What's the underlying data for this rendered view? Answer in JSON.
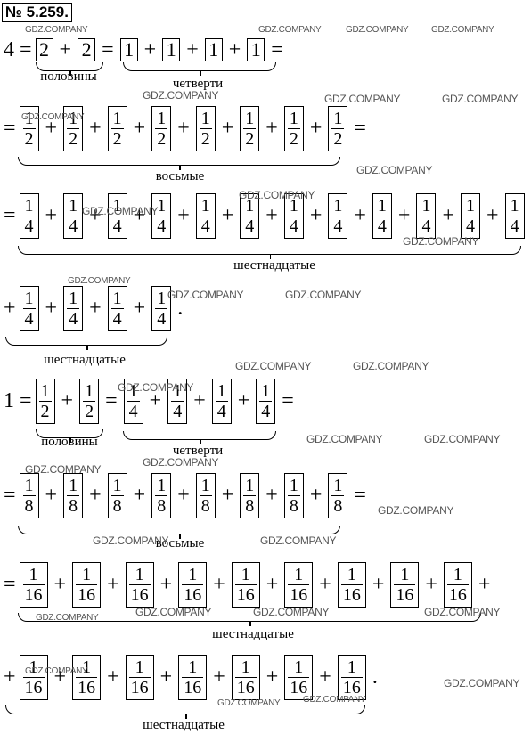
{
  "problem_number": "№ 5.259.",
  "lines": [
    {
      "lead": "4 =",
      "terms": [
        {
          "n": "2"
        },
        {
          "n": "2"
        }
      ],
      "end": "="
    },
    {
      "lead": "",
      "terms": [
        {
          "n": "1"
        },
        {
          "n": "1"
        },
        {
          "n": "1"
        },
        {
          "n": "1"
        }
      ],
      "end": "="
    },
    {
      "lead": "=",
      "terms": [
        {
          "n": "1",
          "d": "2"
        },
        {
          "n": "1",
          "d": "2"
        },
        {
          "n": "1",
          "d": "2"
        },
        {
          "n": "1",
          "d": "2"
        },
        {
          "n": "1",
          "d": "2"
        },
        {
          "n": "1",
          "d": "2"
        },
        {
          "n": "1",
          "d": "2"
        },
        {
          "n": "1",
          "d": "2"
        }
      ],
      "end": "="
    },
    {
      "lead": "=",
      "terms": [
        {
          "n": "1",
          "d": "4"
        },
        {
          "n": "1",
          "d": "4"
        },
        {
          "n": "1",
          "d": "4"
        },
        {
          "n": "1",
          "d": "4"
        },
        {
          "n": "1",
          "d": "4"
        },
        {
          "n": "1",
          "d": "4"
        },
        {
          "n": "1",
          "d": "4"
        },
        {
          "n": "1",
          "d": "4"
        },
        {
          "n": "1",
          "d": "4"
        },
        {
          "n": "1",
          "d": "4"
        },
        {
          "n": "1",
          "d": "4"
        },
        {
          "n": "1",
          "d": "4"
        }
      ],
      "end": "+"
    },
    {
      "lead": "+",
      "terms": [
        {
          "n": "1",
          "d": "4"
        },
        {
          "n": "1",
          "d": "4"
        },
        {
          "n": "1",
          "d": "4"
        },
        {
          "n": "1",
          "d": "4"
        }
      ],
      "end": "."
    },
    {
      "lead": "1 =",
      "terms": [
        {
          "n": "1",
          "d": "2"
        },
        {
          "n": "1",
          "d": "2"
        }
      ],
      "end": "="
    },
    {
      "lead": "",
      "terms": [
        {
          "n": "1",
          "d": "4"
        },
        {
          "n": "1",
          "d": "4"
        },
        {
          "n": "1",
          "d": "4"
        },
        {
          "n": "1",
          "d": "4"
        }
      ],
      "end": "="
    },
    {
      "lead": "=",
      "terms": [
        {
          "n": "1",
          "d": "8"
        },
        {
          "n": "1",
          "d": "8"
        },
        {
          "n": "1",
          "d": "8"
        },
        {
          "n": "1",
          "d": "8"
        },
        {
          "n": "1",
          "d": "8"
        },
        {
          "n": "1",
          "d": "8"
        },
        {
          "n": "1",
          "d": "8"
        },
        {
          "n": "1",
          "d": "8"
        }
      ],
      "end": "="
    },
    {
      "lead": "=",
      "terms": [
        {
          "n": "1",
          "d": "16"
        },
        {
          "n": "1",
          "d": "16"
        },
        {
          "n": "1",
          "d": "16"
        },
        {
          "n": "1",
          "d": "16"
        },
        {
          "n": "1",
          "d": "16"
        },
        {
          "n": "1",
          "d": "16"
        },
        {
          "n": "1",
          "d": "16"
        },
        {
          "n": "1",
          "d": "16"
        },
        {
          "n": "1",
          "d": "16"
        }
      ],
      "end": "+"
    },
    {
      "lead": "+",
      "terms": [
        {
          "n": "1",
          "d": "16"
        },
        {
          "n": "1",
          "d": "16"
        },
        {
          "n": "1",
          "d": "16"
        },
        {
          "n": "1",
          "d": "16"
        },
        {
          "n": "1",
          "d": "16"
        },
        {
          "n": "1",
          "d": "16"
        },
        {
          "n": "1",
          "d": "16"
        }
      ],
      "end": "."
    }
  ],
  "brace_labels": {
    "halves": "половины",
    "quarters": "четверти",
    "eighths": "восьмые",
    "sixteenths": "шестнадцатые"
  },
  "watermark": "GDZ.COMPANY"
}
